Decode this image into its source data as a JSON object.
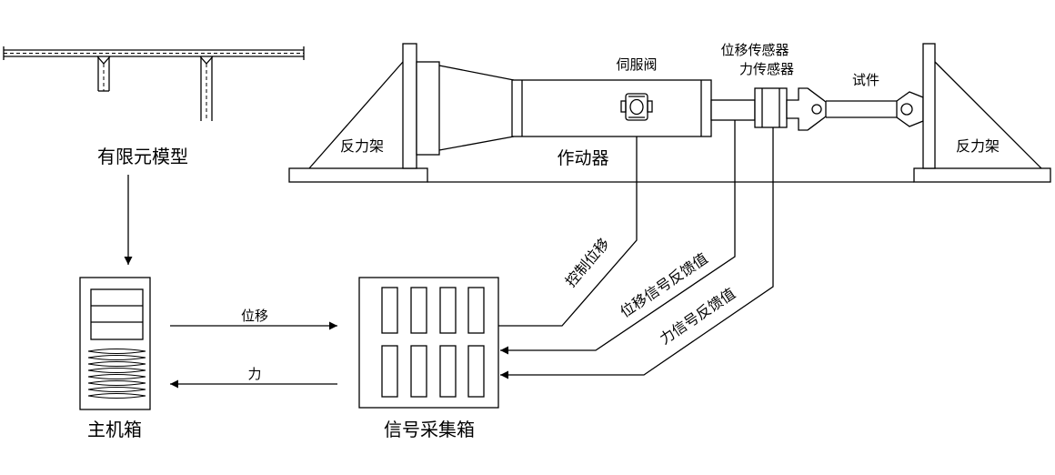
{
  "fe_model": {
    "label": "有限元模型"
  },
  "host_box": {
    "label": "主机箱"
  },
  "signal_box": {
    "label": "信号采集箱"
  },
  "arrows": {
    "displacement": "位移",
    "force": "力"
  },
  "rig": {
    "left_frame": "反力架",
    "right_frame": "反力架",
    "actuator": "作动器",
    "servo_valve": "伺服阀",
    "disp_sensor": "位移传感器",
    "force_sensor": "力传感器",
    "specimen": "试件"
  },
  "signals": {
    "control": "控制位移",
    "disp_feedback": "位移信号反馈值",
    "force_feedback": "力信号反馈值"
  }
}
